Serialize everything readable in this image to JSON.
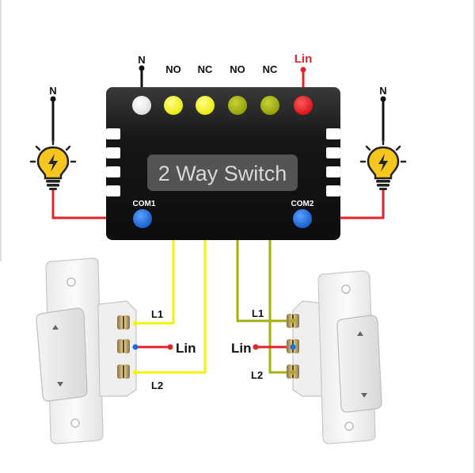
{
  "module": {
    "title": "2 Way Switch",
    "terminals": {
      "n": "N",
      "no1": "NO",
      "nc1": "NC",
      "no2": "NO",
      "nc2": "NC",
      "lin": "Lin"
    },
    "com1": "COM1",
    "com2": "COM2"
  },
  "left_lamp": {
    "neutral": "N",
    "icon": "bulb-icon"
  },
  "right_lamp": {
    "neutral": "N",
    "icon": "bulb-icon"
  },
  "left_switch": {
    "l1": "L1",
    "lin": "Lin",
    "l2": "L2"
  },
  "right_switch": {
    "l1": "L1",
    "lin": "Lin",
    "l2": "L2"
  },
  "colors": {
    "live": "#e0252a",
    "neutral": "#111111",
    "yellow_wire": "#f2f20a",
    "olive_wire": "#a6b00c",
    "com_terminal": "#1a6de0",
    "module_body": "#151515",
    "bulb": "#f7c61e"
  }
}
